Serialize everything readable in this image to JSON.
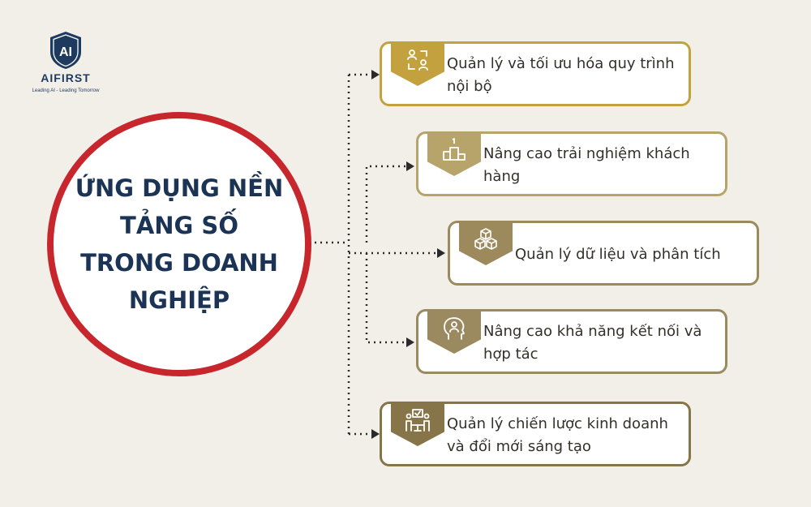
{
  "logo": {
    "mark": "AI",
    "name": "AIFIRST",
    "tagline": "Leading AI - Leading Tomorrow"
  },
  "center": {
    "title": "ỨNG DỤNG NỀN TẢNG SỐ TRONG DOANH NGHIỆP"
  },
  "colors": {
    "background": "#f2efe9",
    "circle_border": "#c8262d",
    "title_text": "#1b3456",
    "connector": "#2a2a2a"
  },
  "items": [
    {
      "label": "Quản lý và tối ưu hóa quy trình nội bộ",
      "icon": "process-people-icon",
      "color": "#c4a13f"
    },
    {
      "label": "Nâng cao trải nghiệm khách hàng",
      "icon": "podium-icon",
      "color": "#b7a46a"
    },
    {
      "label": "Quản lý dữ liệu và phân tích",
      "icon": "cubes-icon",
      "color": "#9c8a5d"
    },
    {
      "label": "Nâng cao khả năng kết nối và hợp tác",
      "icon": "head-person-icon",
      "color": "#9b8a60"
    },
    {
      "label": "Quản lý chiến lược kinh doanh và đổi mới sáng tạo",
      "icon": "strategy-meeting-icon",
      "color": "#857548"
    }
  ]
}
